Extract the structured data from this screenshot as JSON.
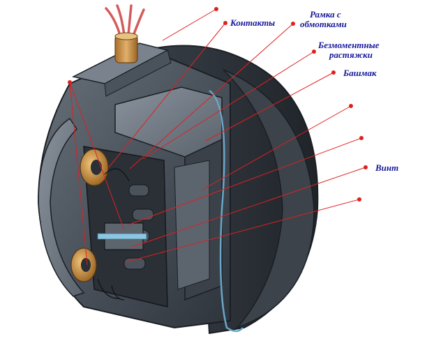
{
  "diagram": {
    "labels": {
      "contacts": "Контакты",
      "frame_line1": "Рамка с",
      "frame_line2": "обмотками",
      "suspension_line1": "Безмоментные",
      "suspension_line2": "растяжки",
      "shoe": "Башмак",
      "screw": "Винт"
    },
    "colors": {
      "label_text": "#16189a",
      "leader_line": "#e02020",
      "housing": "#4a525c",
      "wire": "#d65a5a",
      "sleeve": "#c98f45",
      "frame_wire": "#6aa6c8"
    }
  }
}
